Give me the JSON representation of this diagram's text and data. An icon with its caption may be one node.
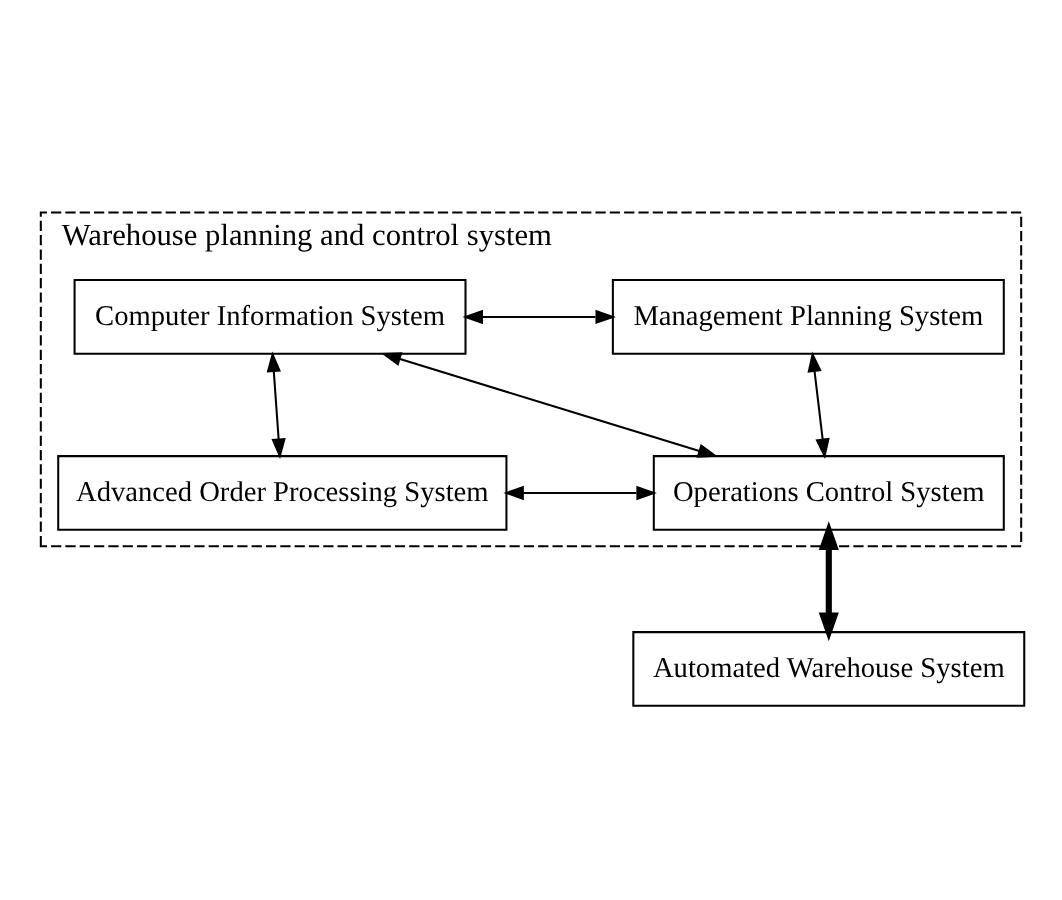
{
  "diagram": {
    "nodes": [
      {
        "text": [
          "Warehouse planning and control system"
        ]
      },
      {
        "text": [
          "Computer Information System"
        ],
        "in": 0
      },
      {
        "text": [
          "Management Planning System"
        ],
        "in": 0
      },
      {
        "text": [
          "Advanced Order Processing System"
        ],
        "in": 0
      },
      {
        "text": [
          "Operations Control System"
        ],
        "in": 0
      },
      {
        "text": [
          "Automated Warehouse System"
        ]
      }
    ],
    "edges": [
      {
        "from": 1,
        "to": 2,
        "arrow": "both"
      },
      {
        "from": 1,
        "to": 4,
        "arrow": "both"
      },
      {
        "from": 1,
        "to": 3,
        "arrow": "both"
      },
      {
        "from": 2,
        "to": 4,
        "arrow": "both"
      },
      {
        "from": 3,
        "to": 4,
        "arrow": "both"
      },
      {
        "from": 4,
        "to": 5,
        "arrow": "both",
        "style": "thick"
      }
    ]
  }
}
